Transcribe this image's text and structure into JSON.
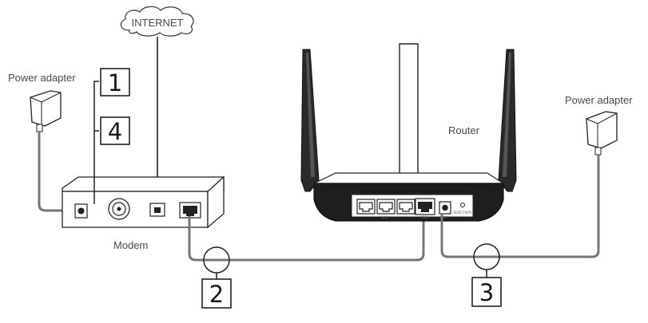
{
  "cloud": {
    "label": "INTERNET"
  },
  "devices": {
    "modem": {
      "label": "Modem"
    },
    "router": {
      "label": "Router",
      "lan_label": "LAN",
      "wan_label": "WAN",
      "power_label": "DC",
      "reset_label": "RESET/WPS"
    },
    "left_adapter": {
      "label": "Power adapter"
    },
    "right_adapter": {
      "label": "Power adapter"
    }
  },
  "steps": {
    "s1": "1",
    "s2": "2",
    "s3": "3",
    "s4": "4"
  },
  "colors": {
    "line": "#1a1a1a",
    "device_fill": "#ffffff",
    "router_dark": "#1e1e1e",
    "port": "#222222"
  }
}
